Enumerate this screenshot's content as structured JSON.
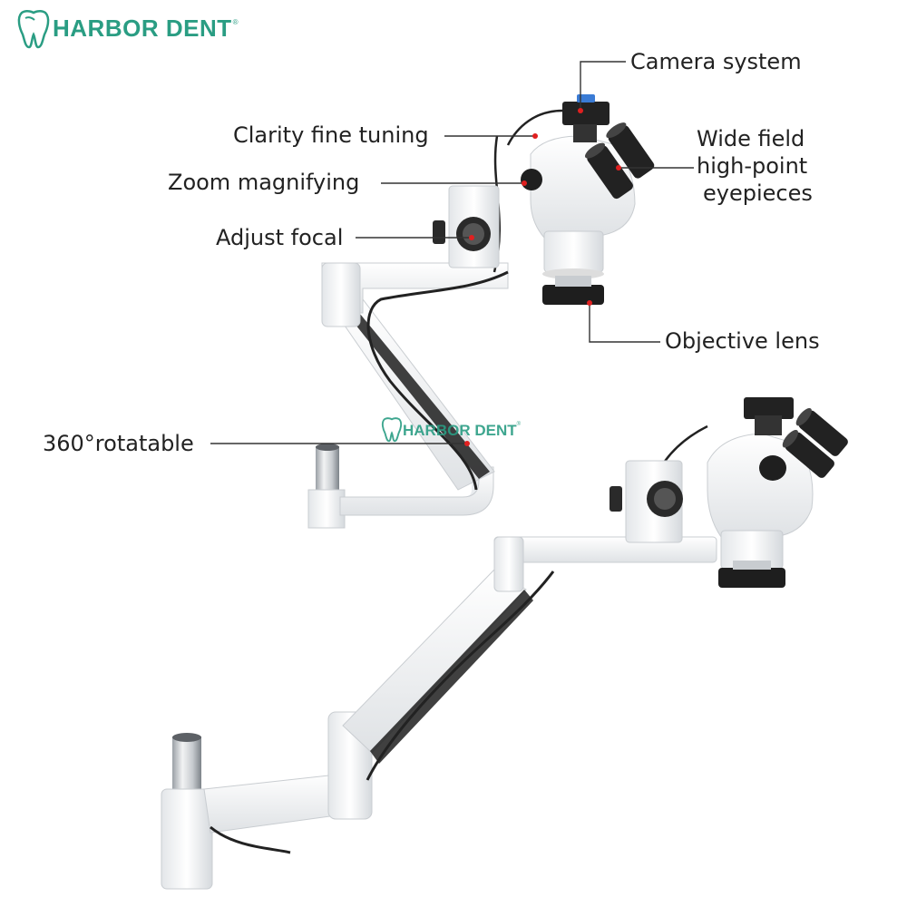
{
  "brand": {
    "name": "HARBOR DENT",
    "reg": "®",
    "logo_icon": "tooth-icon",
    "color": "#2a9d83"
  },
  "watermark": {
    "name": "HARBOR DENT",
    "reg": "®"
  },
  "callouts": {
    "camera_system": "Camera system",
    "clarity_fine_tuning": "Clarity fine tuning",
    "zoom_magnifying": "Zoom magnifying",
    "wide_field_1": "Wide field",
    "wide_field_2": "high-point",
    "wide_field_3": "eyepieces",
    "adjust_focal": "Adjust focal",
    "objective_lens": "Objective lens",
    "rotatable": "360°rotatable"
  }
}
